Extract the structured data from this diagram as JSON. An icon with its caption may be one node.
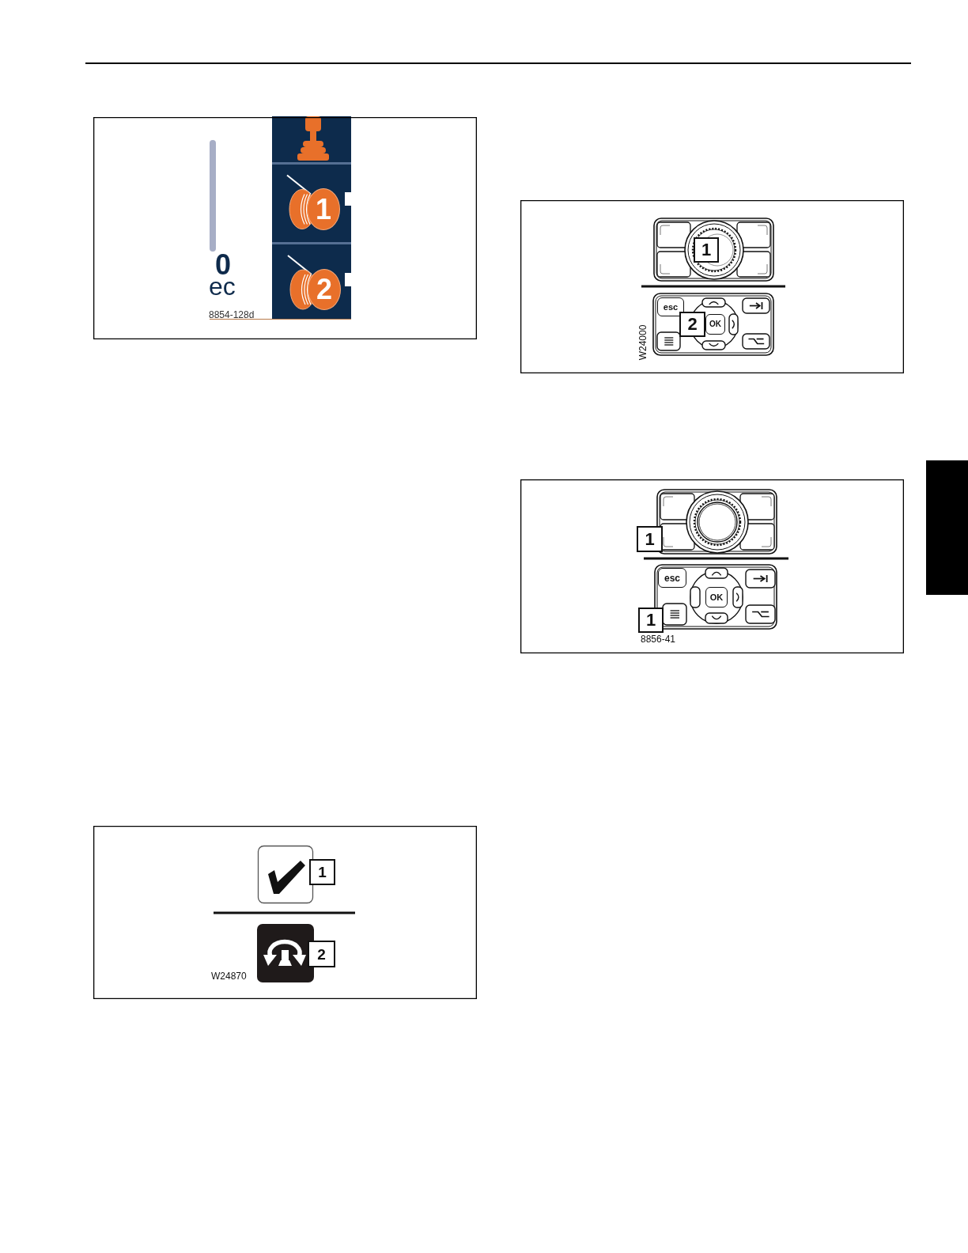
{
  "diagram": {
    "nodes": [
      {
        "text": [
          "0",
          "ec",
          "8854-128d"
        ]
      },
      {
        "text": [
          "1"
        ],
        "in": 0
      },
      {
        "text": [
          "2"
        ],
        "in": 0
      },
      {
        "text": [
          "W24000"
        ]
      },
      {
        "text": [
          "1"
        ],
        "in": 3
      },
      {
        "text": [
          "esc"
        ],
        "in": 3
      },
      {
        "text": [
          "2"
        ],
        "in": 3
      },
      {
        "text": [
          "OK"
        ],
        "in": 3
      },
      {
        "text": [
          "8856-41"
        ]
      },
      {
        "text": [
          "1"
        ],
        "in": 8
      },
      {
        "text": [
          "esc"
        ],
        "in": 8
      },
      {
        "text": [
          "OK"
        ],
        "in": 8
      },
      {
        "text": [
          "1"
        ],
        "in": 8
      },
      {
        "text": [
          "W24870"
        ]
      },
      {
        "text": [
          "1"
        ],
        "in": 13
      },
      {
        "text": [
          "2"
        ],
        "in": 13
      },
      {
        "text": [],
        "shape": "bar"
      }
    ]
  }
}
